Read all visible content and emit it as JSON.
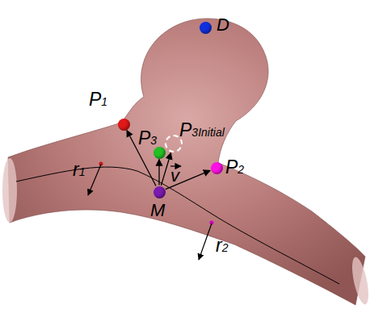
{
  "diagram": {
    "nodes": [
      {
        "text": [
          "D"
        ]
      },
      {
        "text": [
          "P1"
        ]
      },
      {
        "text": [
          "P3"
        ]
      },
      {
        "text": [
          "P3Initial"
        ]
      },
      {
        "text": [
          "P2"
        ]
      },
      {
        "text": [
          "M"
        ]
      }
    ],
    "edges": [
      {
        "from": 5,
        "to": 1,
        "arrow": "to"
      },
      {
        "from": 5,
        "to": 2,
        "arrow": "to"
      },
      {
        "from": 5,
        "to": 3,
        "arrow": "to"
      },
      {
        "from": 5,
        "to": 4,
        "arrow": "to"
      }
    ],
    "labels": [
      "v",
      "r1",
      "r2"
    ]
  }
}
